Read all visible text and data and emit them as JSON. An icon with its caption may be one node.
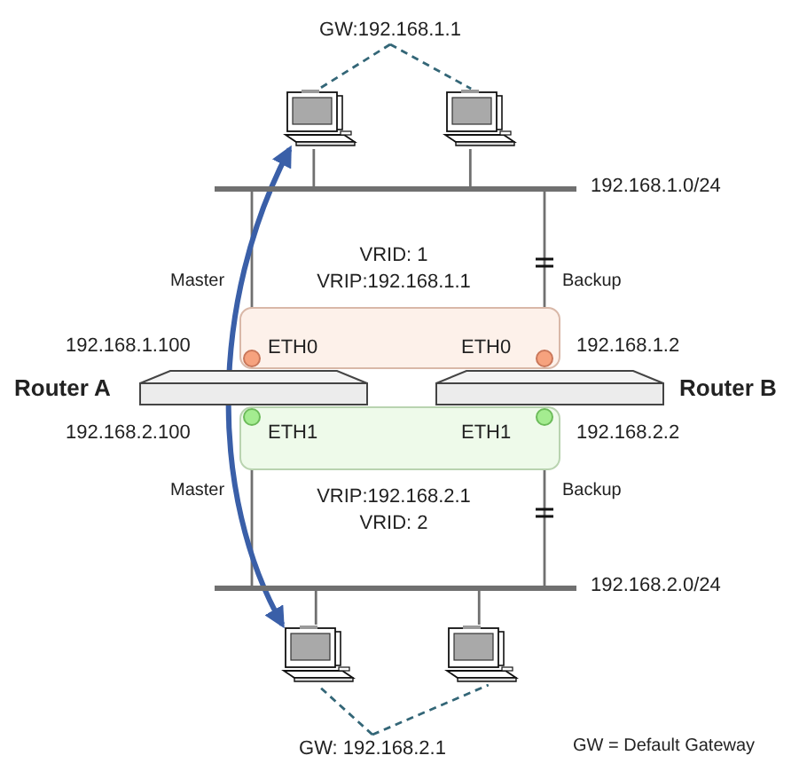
{
  "diagram": {
    "nodes": [
      {
        "text": [
          "GW:192.168.1.1"
        ]
      },
      {
        "text": [],
        "shape": "computer"
      },
      {
        "text": [],
        "shape": "computer"
      },
      {
        "text": [],
        "shape": "bar",
        "beside": [
          "192.168.1.0/24"
        ]
      },
      {
        "text": [
          "ETH0",
          "ETH0"
        ]
      },
      {
        "text": [],
        "shape": "circle",
        "in": 4
      },
      {
        "text": [],
        "shape": "circle",
        "in": 4
      },
      {
        "text": [],
        "shape": "box",
        "beside": [
          "Router A",
          "192.168.1.100",
          "192.168.2.100"
        ]
      },
      {
        "text": [],
        "shape": "box",
        "beside": [
          "Router B",
          "192.168.1.2",
          "192.168.2.2"
        ]
      },
      {
        "text": [
          "ETH1",
          "ETH1"
        ]
      },
      {
        "text": [],
        "shape": "circle",
        "in": 9
      },
      {
        "text": [],
        "shape": "circle",
        "in": 9
      },
      {
        "text": [],
        "shape": "bar",
        "beside": [
          "192.168.2.0/24"
        ]
      },
      {
        "text": [],
        "shape": "computer"
      },
      {
        "text": [],
        "shape": "computer"
      },
      {
        "text": [
          "GW: 192.168.2.1"
        ]
      }
    ],
    "edges": [
      {
        "from": 0,
        "to": 1,
        "arrow": "none",
        "style": "dashed",
        "color": "#336677"
      },
      {
        "from": 0,
        "to": 2,
        "arrow": "none",
        "style": "dashed",
        "color": "#336677"
      },
      {
        "from": 1,
        "to": 3,
        "arrow": "none"
      },
      {
        "from": 2,
        "to": 3,
        "arrow": "none"
      },
      {
        "from": 5,
        "to": 3,
        "arrow": "none",
        "label": "Master"
      },
      {
        "from": 6,
        "to": 3,
        "arrow": "none",
        "label": "Backup"
      },
      {
        "from": 10,
        "to": 12,
        "arrow": "none",
        "label": "Master"
      },
      {
        "from": 11,
        "to": 12,
        "arrow": "none",
        "label": "Backup"
      },
      {
        "from": 13,
        "to": 12,
        "arrow": "none"
      },
      {
        "from": 14,
        "to": 12,
        "arrow": "none"
      },
      {
        "from": 15,
        "to": 13,
        "arrow": "none",
        "style": "dashed",
        "color": "#336677"
      },
      {
        "from": 15,
        "to": 14,
        "arrow": "none",
        "style": "dashed",
        "color": "#336677"
      },
      {
        "from": 1,
        "to": 13,
        "arrow": "both",
        "style": "thick",
        "color": "#3a5fa8"
      }
    ],
    "labels": [
      "VRID: 1 VRIP:192.168.1.1",
      "VRIP:192.168.2.1 VRID: 2",
      "GW = Default Gateway"
    ]
  }
}
